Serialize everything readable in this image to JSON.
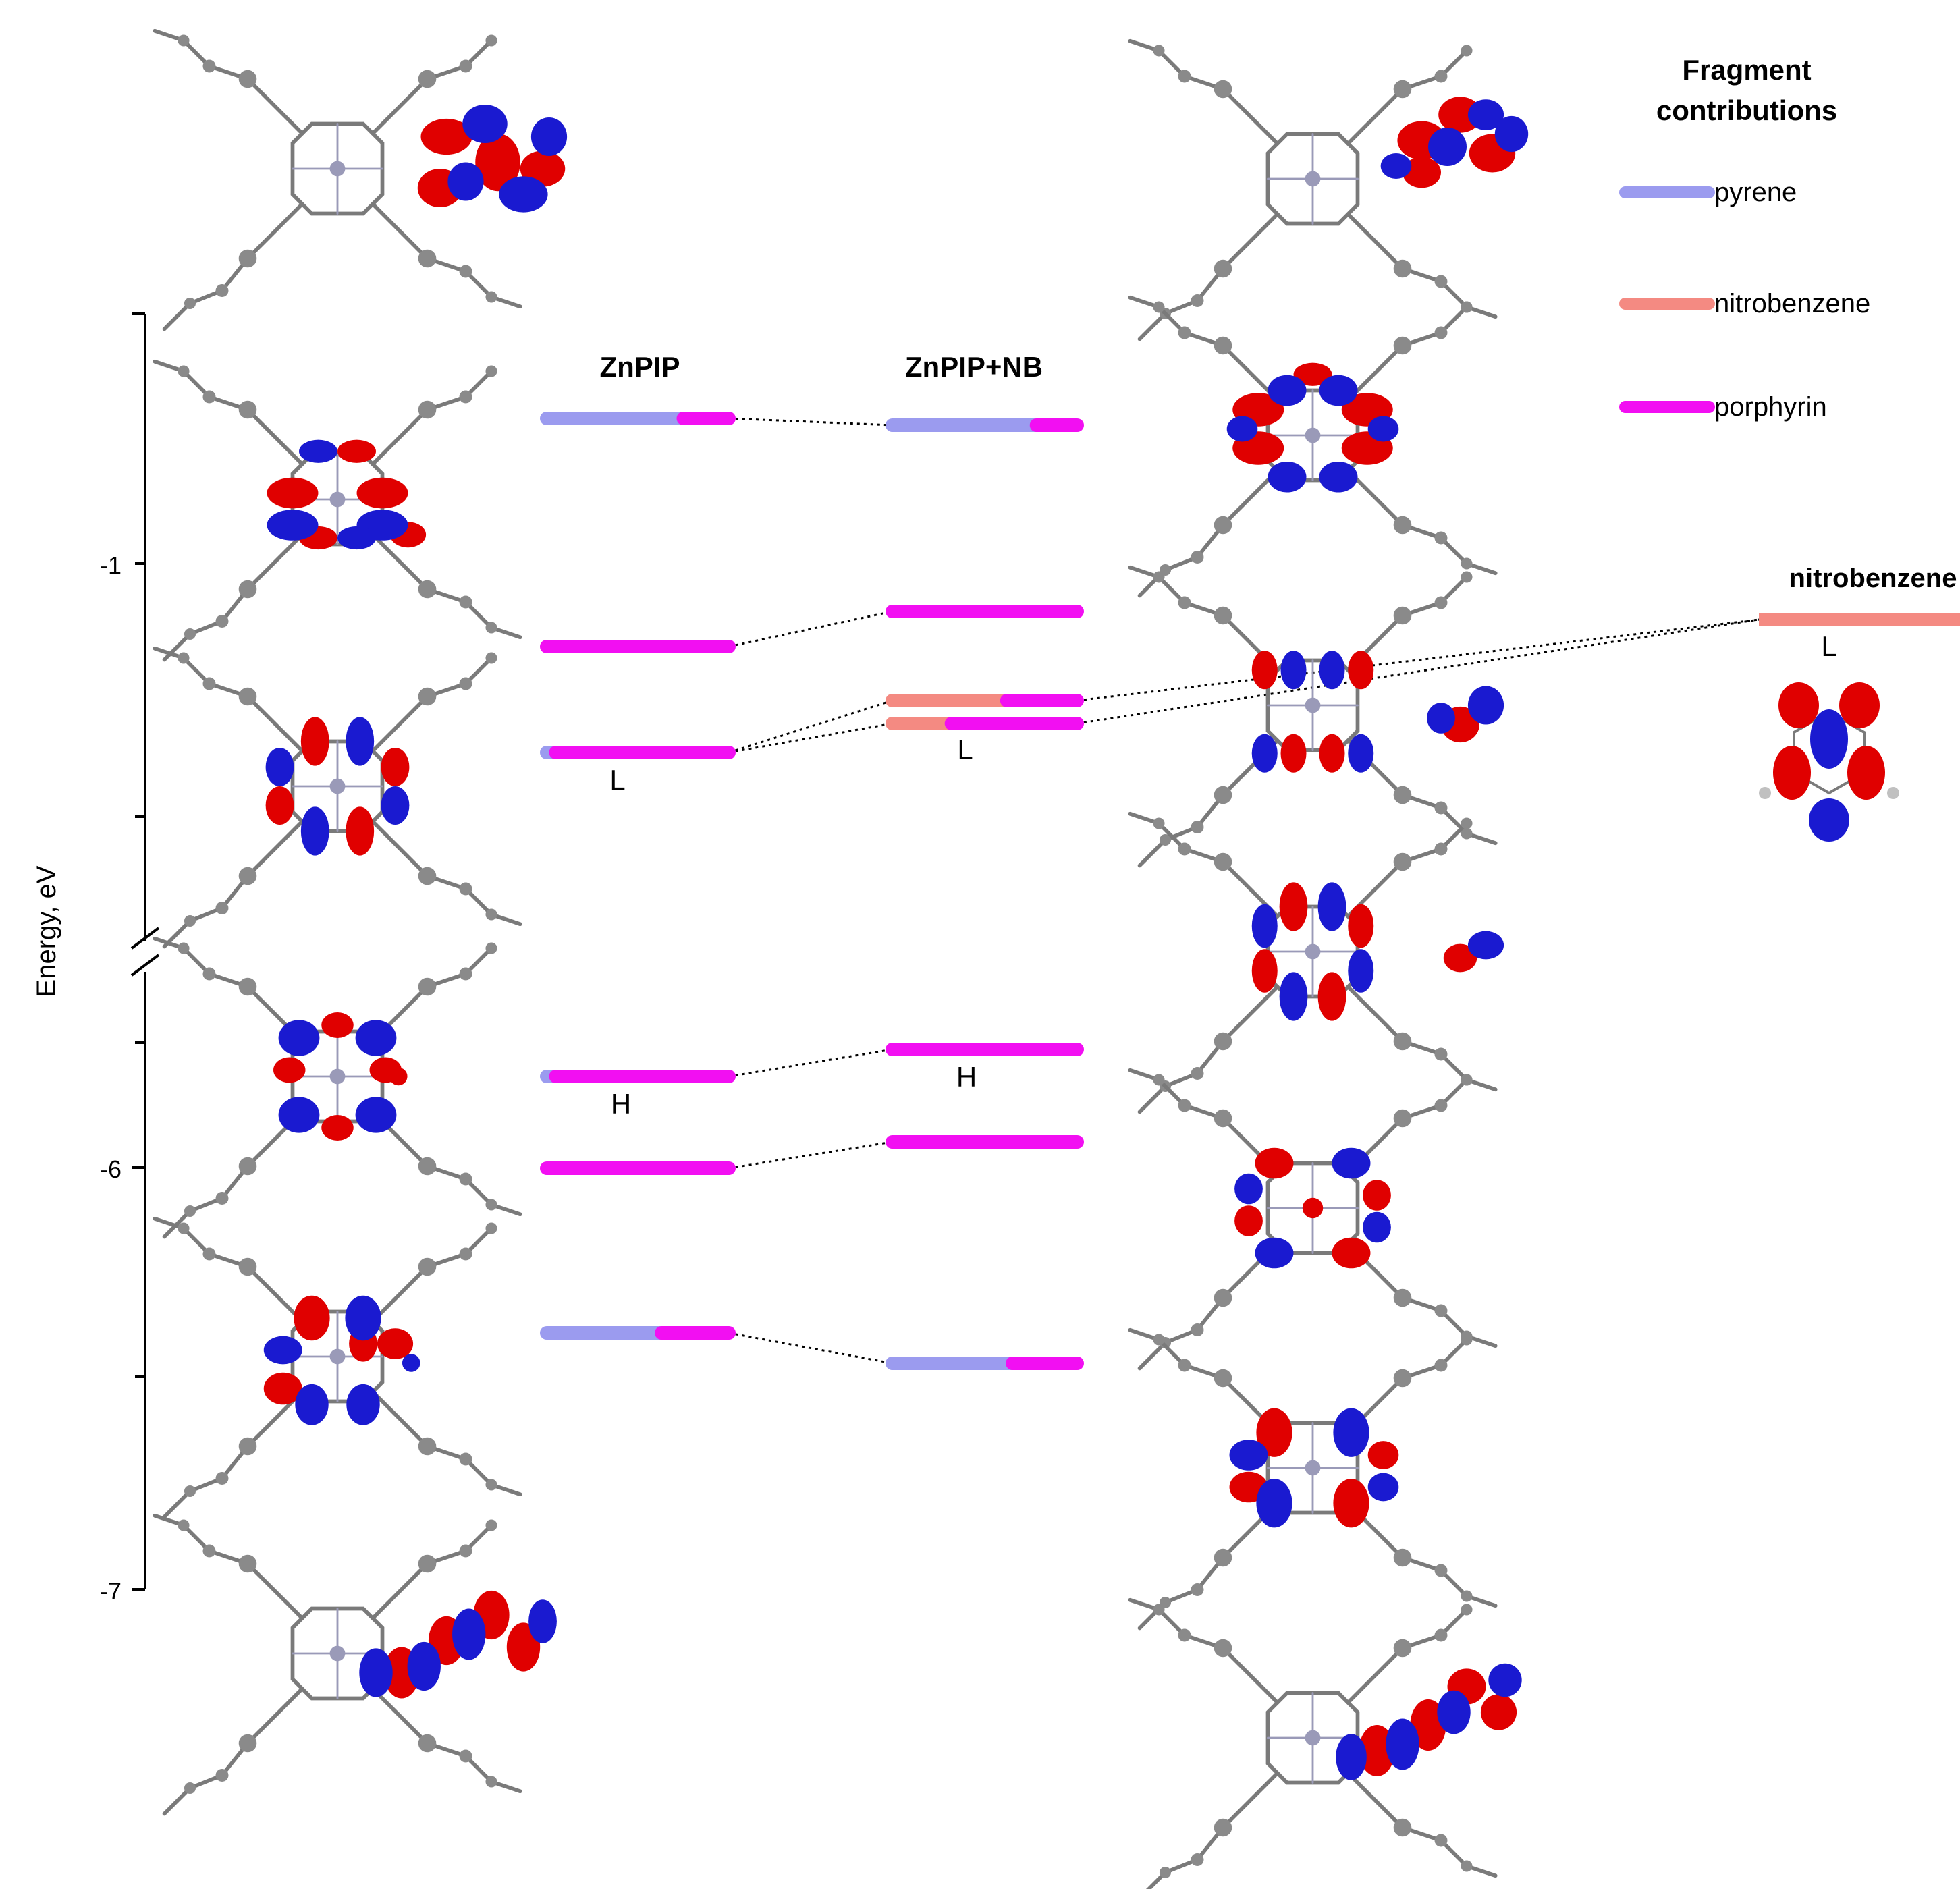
{
  "columns": {
    "zn": "ZnPIP",
    "complex": "ZnPIP+NB",
    "nb": "nitrobenzene"
  },
  "axis": {
    "label": "Energy, eV",
    "ticks": [
      "-1",
      "-6",
      "-7"
    ]
  },
  "legend": {
    "title_line1": "Fragment",
    "title_line2": "contributions",
    "items": [
      {
        "name": "pyrene",
        "color": "#9b9bef"
      },
      {
        "name": "nitrobenzene",
        "color": "#f48a82"
      },
      {
        "name": "porphyrin",
        "color": "#f20ff2"
      }
    ]
  },
  "labels": {
    "zn_lumo": "L",
    "zn_homo": "H",
    "complex_lumo": "L",
    "complex_homo": "H",
    "nb_lumo": "L"
  },
  "levels": {
    "zn": [
      {
        "pyrene": 0.75,
        "nitrobenzene": 0.0,
        "porphyrin": 0.25
      },
      {
        "pyrene": 0.0,
        "nitrobenzene": 0.0,
        "porphyrin": 1.0
      },
      {
        "pyrene": 0.05,
        "nitrobenzene": 0.0,
        "porphyrin": 0.95
      },
      {
        "pyrene": 0.05,
        "nitrobenzene": 0.0,
        "porphyrin": 0.95
      },
      {
        "pyrene": 0.0,
        "nitrobenzene": 0.0,
        "porphyrin": 1.0
      },
      {
        "pyrene": 0.63,
        "nitrobenzene": 0.0,
        "porphyrin": 0.37
      }
    ],
    "complex": [
      {
        "pyrene": 0.78,
        "nitrobenzene": 0.0,
        "porphyrin": 0.22
      },
      {
        "pyrene": 0.0,
        "nitrobenzene": 0.0,
        "porphyrin": 1.0
      },
      {
        "pyrene": 0.0,
        "nitrobenzene": 0.62,
        "porphyrin": 0.38
      },
      {
        "pyrene": 0.0,
        "nitrobenzene": 0.32,
        "porphyrin": 0.68
      },
      {
        "pyrene": 0.0,
        "nitrobenzene": 0.0,
        "porphyrin": 1.0
      },
      {
        "pyrene": 0.0,
        "nitrobenzene": 0.0,
        "porphyrin": 1.0
      },
      {
        "pyrene": 0.65,
        "nitrobenzene": 0.0,
        "porphyrin": 0.35
      }
    ],
    "nb": [
      {
        "pyrene": 0.0,
        "nitrobenzene": 1.0,
        "porphyrin": 0.0
      }
    ]
  },
  "orbital_colors": {
    "positive": "#e00000",
    "negative": "#1a1ad0",
    "atom_c": "#6f6f6f",
    "atom_o": "#e00000",
    "atom_n": "#1a1ad0"
  }
}
